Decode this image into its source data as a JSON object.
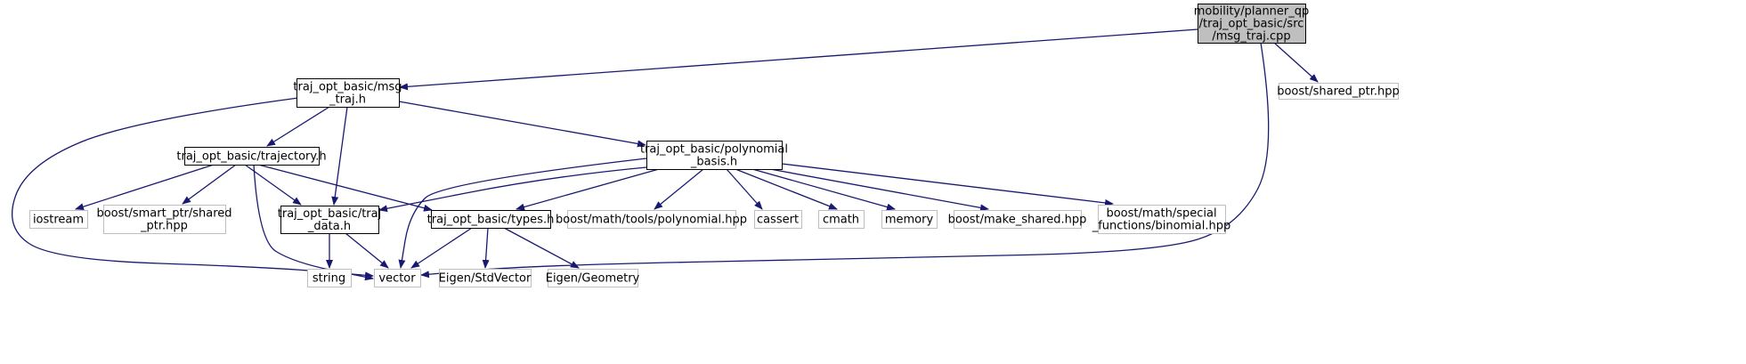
{
  "colors": {
    "edge": "#191970",
    "node_border": "#000000",
    "external_border": "#bfbfbf",
    "root_fill": "#bfbfbf",
    "node_fill": "#ffffff",
    "text": "#000000"
  },
  "nodes": [
    {
      "id": "root",
      "kind": "root",
      "lines": [
        "mobility/planner_qp",
        "/traj_opt_basic/src",
        "/msg_traj.cpp"
      ]
    },
    {
      "id": "msg_traj_h",
      "kind": "internal",
      "lines": [
        "traj_opt_basic/msg",
        "_traj.h"
      ]
    },
    {
      "id": "shared_ptr_hpp",
      "kind": "external",
      "lines": [
        "boost/shared_ptr.hpp"
      ]
    },
    {
      "id": "trajectory_h",
      "kind": "internal",
      "lines": [
        "traj_opt_basic/trajectory.h"
      ]
    },
    {
      "id": "polynomial_basis_h",
      "kind": "internal",
      "lines": [
        "traj_opt_basic/polynomial",
        "_basis.h"
      ]
    },
    {
      "id": "iostream",
      "kind": "external",
      "lines": [
        "iostream"
      ]
    },
    {
      "id": "smart_ptr_shared",
      "kind": "external",
      "lines": [
        "boost/smart_ptr/shared",
        "_ptr.hpp"
      ]
    },
    {
      "id": "traj_data_h",
      "kind": "internal",
      "lines": [
        "traj_opt_basic/traj",
        "_data.h"
      ]
    },
    {
      "id": "types_h",
      "kind": "internal",
      "lines": [
        "traj_opt_basic/types.h"
      ]
    },
    {
      "id": "polynomial_hpp",
      "kind": "external",
      "lines": [
        "boost/math/tools/polynomial.hpp"
      ]
    },
    {
      "id": "cassert",
      "kind": "external",
      "lines": [
        "cassert"
      ]
    },
    {
      "id": "cmath",
      "kind": "external",
      "lines": [
        "cmath"
      ]
    },
    {
      "id": "memory",
      "kind": "external",
      "lines": [
        "memory"
      ]
    },
    {
      "id": "make_shared_hpp",
      "kind": "external",
      "lines": [
        "boost/make_shared.hpp"
      ]
    },
    {
      "id": "binomial_hpp",
      "kind": "external",
      "lines": [
        "boost/math/special",
        "_functions/binomial.hpp"
      ]
    },
    {
      "id": "string",
      "kind": "external",
      "lines": [
        "string"
      ]
    },
    {
      "id": "vector",
      "kind": "external",
      "lines": [
        "vector"
      ]
    },
    {
      "id": "eigen_stdvector",
      "kind": "external",
      "lines": [
        "Eigen/StdVector"
      ]
    },
    {
      "id": "eigen_geometry",
      "kind": "external",
      "lines": [
        "Eigen/Geometry"
      ]
    }
  ],
  "edges": [
    {
      "from": "root",
      "to": "msg_traj_h"
    },
    {
      "from": "root",
      "to": "shared_ptr_hpp"
    },
    {
      "from": "root",
      "to": "vector"
    },
    {
      "from": "msg_traj_h",
      "to": "trajectory_h"
    },
    {
      "from": "msg_traj_h",
      "to": "polynomial_basis_h"
    },
    {
      "from": "msg_traj_h",
      "to": "traj_data_h"
    },
    {
      "from": "msg_traj_h",
      "to": "vector"
    },
    {
      "from": "trajectory_h",
      "to": "iostream"
    },
    {
      "from": "trajectory_h",
      "to": "smart_ptr_shared"
    },
    {
      "from": "trajectory_h",
      "to": "traj_data_h"
    },
    {
      "from": "trajectory_h",
      "to": "types_h"
    },
    {
      "from": "trajectory_h",
      "to": "vector"
    },
    {
      "from": "polynomial_basis_h",
      "to": "traj_data_h"
    },
    {
      "from": "polynomial_basis_h",
      "to": "types_h"
    },
    {
      "from": "polynomial_basis_h",
      "to": "polynomial_hpp"
    },
    {
      "from": "polynomial_basis_h",
      "to": "cassert"
    },
    {
      "from": "polynomial_basis_h",
      "to": "cmath"
    },
    {
      "from": "polynomial_basis_h",
      "to": "memory"
    },
    {
      "from": "polynomial_basis_h",
      "to": "make_shared_hpp"
    },
    {
      "from": "polynomial_basis_h",
      "to": "binomial_hpp"
    },
    {
      "from": "polynomial_basis_h",
      "to": "vector"
    },
    {
      "from": "traj_data_h",
      "to": "string"
    },
    {
      "from": "traj_data_h",
      "to": "vector"
    },
    {
      "from": "types_h",
      "to": "vector"
    },
    {
      "from": "types_h",
      "to": "eigen_stdvector"
    },
    {
      "from": "types_h",
      "to": "eigen_geometry"
    }
  ]
}
